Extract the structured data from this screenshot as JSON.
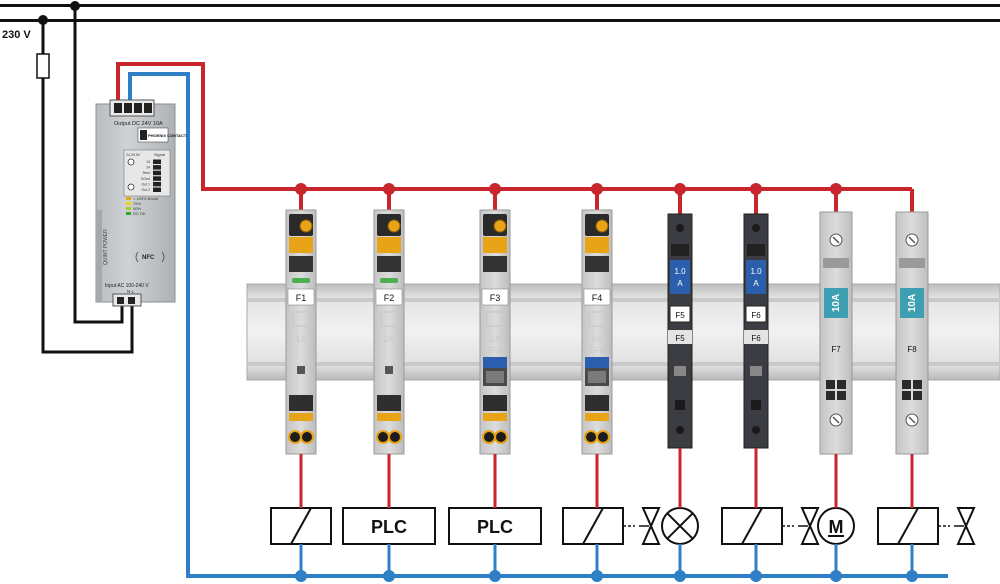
{
  "mains": {
    "voltage_label": "230 V"
  },
  "power_supply": {
    "brand": "PHOENIX CONTACT",
    "output_label": "Output DC 24V 10A",
    "input_label": "Input AC 100-240 V",
    "input_terminals": "N L",
    "model": "QUINT POWER",
    "adjust_label": "24-29.5V",
    "signal_header": "Signal",
    "signal_rows": [
      "13",
      "14",
      "Rem",
      "SGnd",
      "Out 1",
      "Out 2"
    ],
    "status_legend": [
      "> 100% Boost",
      "75%",
      "50%",
      "DC OK"
    ],
    "status_colors": [
      "#e8a317",
      "#e8d217",
      "#9fd21b",
      "#2fa82f"
    ],
    "nfc_label": "NFC"
  },
  "breakers": [
    {
      "id": "F1",
      "type": "electronic",
      "rating": "1A",
      "sfb": "",
      "load": "coil"
    },
    {
      "id": "F2",
      "type": "electronic",
      "rating": "2A",
      "sfb": "",
      "load": "plc"
    },
    {
      "id": "F3",
      "type": "electronic",
      "rating": "2A",
      "sfb": "SFB",
      "load": "plc"
    },
    {
      "id": "F4",
      "type": "electronic",
      "rating": "8A",
      "sfb": "SFB",
      "load": "coil-valve"
    },
    {
      "id": "F5",
      "type": "fuse",
      "rating": "1.0 A",
      "label": "F5",
      "load": "lamp"
    },
    {
      "id": "F6",
      "type": "fuse",
      "rating": "1.0 A",
      "label": "F6",
      "load": "coil-valve"
    },
    {
      "id": "F7",
      "type": "breaker",
      "rating": "10A",
      "load": "motor"
    },
    {
      "id": "F8",
      "type": "breaker",
      "rating": "10A",
      "load": "coil-valve"
    }
  ],
  "loads": {
    "plc_label": "PLC",
    "motor_label": "M"
  },
  "colors": {
    "positive": "#c8252c",
    "negative": "#2f7fc6",
    "mains": "#111111",
    "rail": "#d6d6d6",
    "fuse_blue": "#2b5fae",
    "breaker_teal": "#3e9fb3",
    "electronic_body": "#d2d2d2",
    "dark_body": "#3b3d42"
  }
}
